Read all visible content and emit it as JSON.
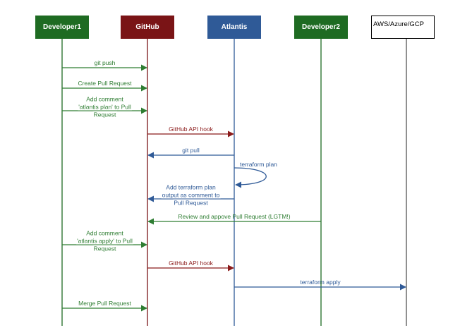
{
  "actors": [
    {
      "id": "developer1",
      "label": "Developer1",
      "color": "#1e6b22",
      "text_color": "#ffffff"
    },
    {
      "id": "github",
      "label": "GitHub",
      "color": "#7a1416",
      "text_color": "#ffffff"
    },
    {
      "id": "atlantis",
      "label": "Atlantis",
      "color": "#2f5a97",
      "text_color": "#ffffff"
    },
    {
      "id": "developer2",
      "label": "Developer2",
      "color": "#1e6b22",
      "text_color": "#ffffff"
    },
    {
      "id": "cloud",
      "label": "AWS/Azure/GCP",
      "color": "#ffffff",
      "text_color": "#000000"
    }
  ],
  "messages": [
    {
      "from": "developer1",
      "to": "github",
      "lines": [
        "git push"
      ],
      "color": "#2e7d32"
    },
    {
      "from": "developer1",
      "to": "github",
      "lines": [
        "Create Pull Request"
      ],
      "color": "#2e7d32"
    },
    {
      "from": "developer1",
      "to": "github",
      "lines": [
        "Add comment",
        "'atlantis plan' to Pull",
        "Request"
      ],
      "color": "#2e7d32"
    },
    {
      "from": "github",
      "to": "atlantis",
      "lines": [
        "GitHub API hook"
      ],
      "color": "#8b1a1a"
    },
    {
      "from": "atlantis",
      "to": "github",
      "lines": [
        "git pull"
      ],
      "color": "#2f5a97"
    },
    {
      "from": "atlantis",
      "to": "atlantis",
      "lines": [
        "terraform plan"
      ],
      "color": "#2f5a97"
    },
    {
      "from": "atlantis",
      "to": "github",
      "lines": [
        "Add terraform plan",
        "output as comment to",
        "Pull Request"
      ],
      "color": "#2f5a97"
    },
    {
      "from": "developer2",
      "to": "github",
      "lines": [
        "Review and appove Pull Request (LGTM!)"
      ],
      "color": "#2e7d32"
    },
    {
      "from": "developer1",
      "to": "github",
      "lines": [
        "Add comment",
        "'atlantis apply' to Pull",
        "Request"
      ],
      "color": "#2e7d32"
    },
    {
      "from": "github",
      "to": "atlantis",
      "lines": [
        "GitHub API hook"
      ],
      "color": "#8b1a1a"
    },
    {
      "from": "atlantis",
      "to": "cloud",
      "lines": [
        "terraform apply"
      ],
      "color": "#2f5a97"
    },
    {
      "from": "developer1",
      "to": "github",
      "lines": [
        "Merge Pull Request"
      ],
      "color": "#2e7d32"
    }
  ]
}
